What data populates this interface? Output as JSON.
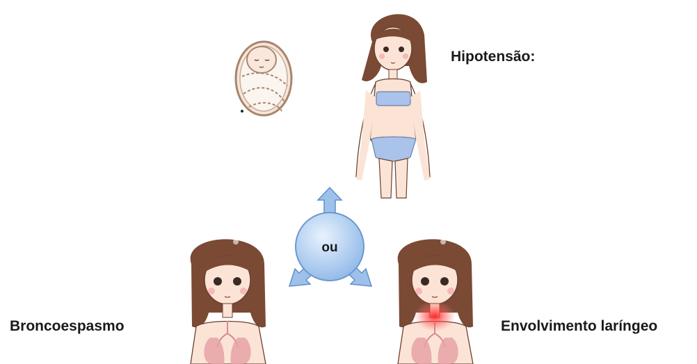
{
  "labels": {
    "hypotension": "Hipotensão:",
    "bronchospasm": "Broncoespasmo",
    "laryngeal": "Envolvimento laríngeo"
  },
  "center": {
    "text": "ou"
  },
  "colors": {
    "hair": "#7a4a34",
    "skin": "#fbe4d6",
    "swimwear": "#a9c3ea",
    "circle": "#9cc2ee",
    "arrow": "#7eaee4",
    "lungs": "#e7a2a6",
    "throat_glow": "#ff3b3b"
  },
  "icons": [
    "swaddled-baby-icon",
    "standing-woman-icon",
    "woman-lungs-icon",
    "woman-throat-icon",
    "arrow-up-icon",
    "arrow-down-left-icon",
    "arrow-down-right-icon"
  ]
}
